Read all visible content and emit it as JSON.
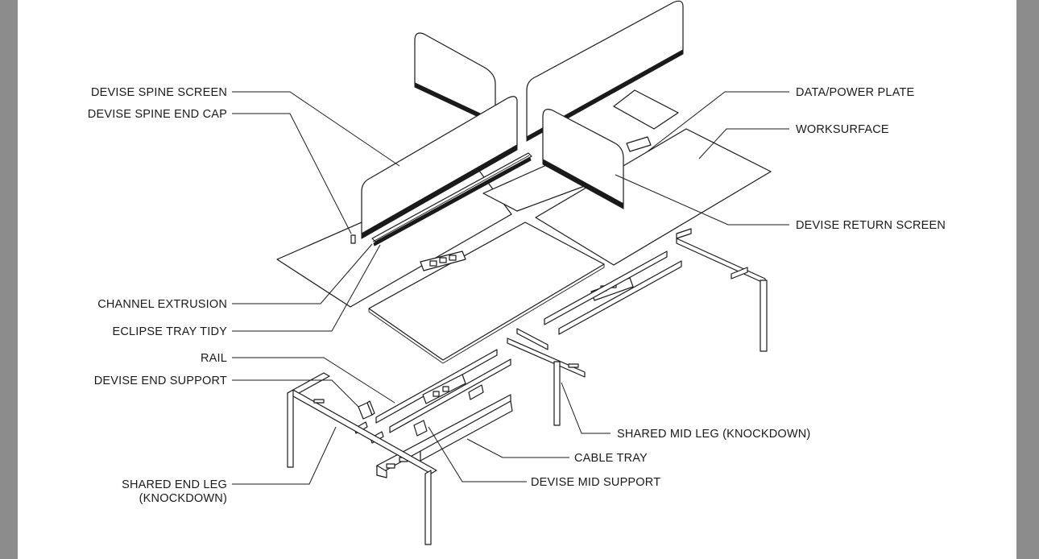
{
  "labels": {
    "spine_screen": "DEVISE SPINE SCREEN",
    "spine_end_cap": "DEVISE SPINE END CAP",
    "channel_extrusion": "CHANNEL EXTRUSION",
    "eclipse_tray_tidy": "ECLIPSE TRAY TIDY",
    "rail": "RAIL",
    "end_support": "DEVISE END SUPPORT",
    "shared_end_leg_line1": "SHARED END LEG",
    "shared_end_leg_line2": "(KNOCKDOWN)",
    "data_power_plate": "DATA/POWER PLATE",
    "worksurface": "WORKSURFACE",
    "return_screen": "DEVISE RETURN SCREEN",
    "shared_mid_leg": "SHARED MID LEG (KNOCKDOWN)",
    "cable_tray": "CABLE TRAY",
    "mid_support": "DEVISE MID SUPPORT"
  },
  "colors": {
    "frame": "#8c8c8c",
    "page": "#ffffff",
    "ink": "#1a1a1a"
  }
}
